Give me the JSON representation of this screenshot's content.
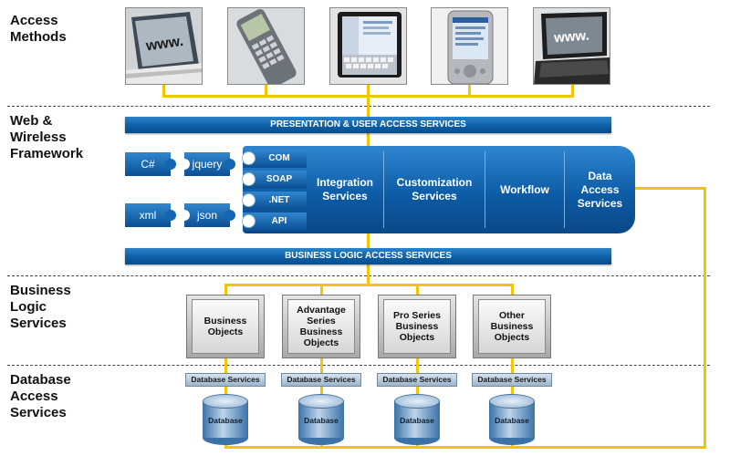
{
  "sections": {
    "access_methods": "Access\nMethods",
    "web_wireless_framework": "Web &\nWireless\nFramework",
    "business_logic_services": "Business\nLogic\nServices",
    "database_access_services": "Database\nAccess\nServices"
  },
  "devices": [
    {
      "name": "desktop-pc",
      "screen_text": "www."
    },
    {
      "name": "mobile-phone",
      "screen_text": ""
    },
    {
      "name": "tablet",
      "screen_text": ""
    },
    {
      "name": "pda",
      "screen_text": ""
    },
    {
      "name": "laptop",
      "screen_text": "www."
    }
  ],
  "banners": {
    "presentation": "PRESENTATION & USER ACCESS SERVICES",
    "business_logic": "BUSINESS LOGIC ACCESS SERVICES"
  },
  "technologies": [
    "C#",
    "jquery",
    "xml",
    "json"
  ],
  "protocols": [
    "COM",
    "SOAP",
    ".NET",
    "API"
  ],
  "framework_services": [
    "Integration\nServices",
    "Customization\nServices",
    "Workflow",
    "Data\nAccess\nServices"
  ],
  "business_objects": [
    "Business\nObjects",
    "Advantage\nSeries\nBusiness\nObjects",
    "Pro Series\nBusiness\nObjects",
    "Other\nBusiness\nObjects"
  ],
  "database_services_label": "Database Services",
  "database_label": "Database",
  "colors": {
    "connector": "#f0c60a",
    "banner_blue": "#0c5ca2",
    "light_blue": "#2f86cf"
  }
}
